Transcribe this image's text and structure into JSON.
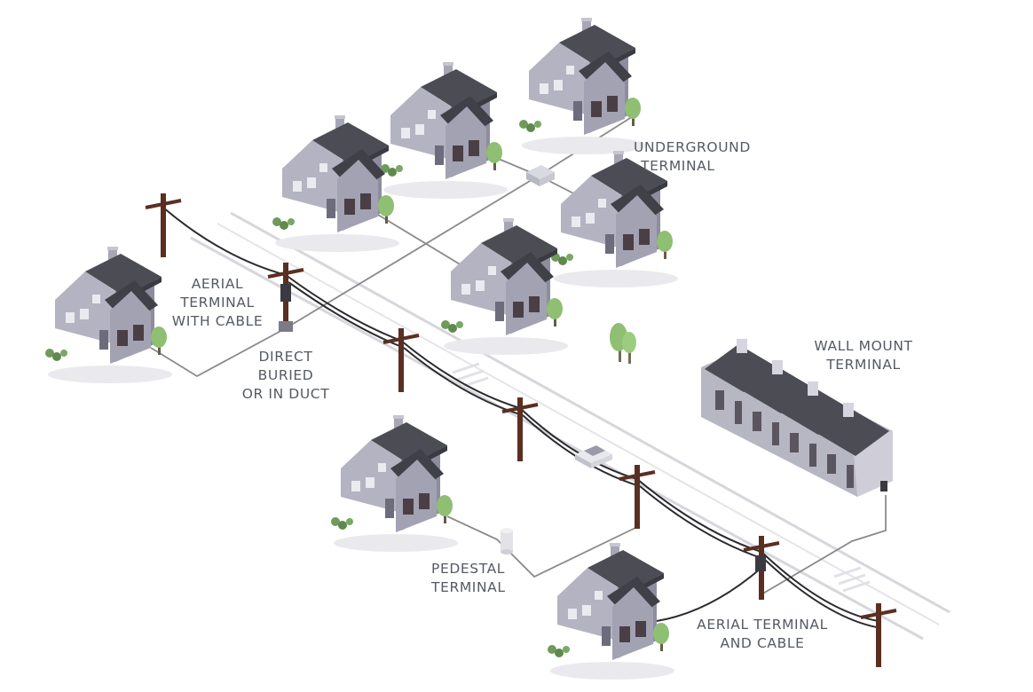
{
  "colors": {
    "roof": "#4b4c54",
    "roof_dark": "#3d3e46",
    "wall": "#9998a9",
    "wall_light": "#b4b3c1",
    "pole": "#5a2f22",
    "cable": "#2b2b2e",
    "buried_line": "#8a8a8a",
    "tree": "#8fbf72",
    "label": "#555a63"
  },
  "labels": {
    "underground_terminal": [
      "UNDERGROUND",
      "TERMINAL"
    ],
    "aerial_terminal_with_cable": [
      "AERIAL",
      "TERMINAL",
      "WITH CABLE"
    ],
    "direct_buried": [
      "DIRECT",
      "BURIED",
      "OR IN DUCT"
    ],
    "wall_mount_terminal": [
      "WALL MOUNT",
      "TERMINAL"
    ],
    "pedestal_terminal": [
      "PEDESTAL",
      "TERMINAL"
    ],
    "aerial_terminal_and_cable": [
      "AERIAL TERMINAL",
      "AND CABLE"
    ]
  }
}
